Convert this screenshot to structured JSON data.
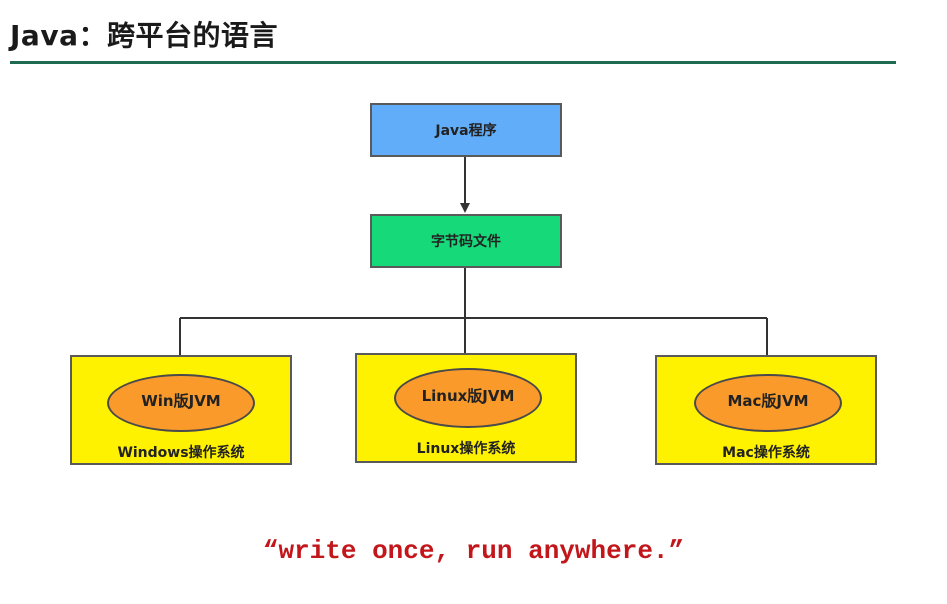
{
  "title": "Java：跨平台的语言",
  "diagram": {
    "source": "Java程序",
    "bytecode": "字节码文件",
    "platforms": [
      {
        "jvm": "Win版JVM",
        "os": "Windows操作系统"
      },
      {
        "jvm": "Linux版JVM",
        "os": "Linux操作系统"
      },
      {
        "jvm": "Mac版JVM",
        "os": "Mac操作系统"
      }
    ]
  },
  "slogan": "“write once, run anywhere.”",
  "colors": {
    "source_box": "#62adf9",
    "bytecode_box": "#16d97a",
    "os_box": "#fff200",
    "jvm_ellipse": "#f99a2b",
    "slogan": "#c2161b",
    "rule": "#1f6b52"
  }
}
